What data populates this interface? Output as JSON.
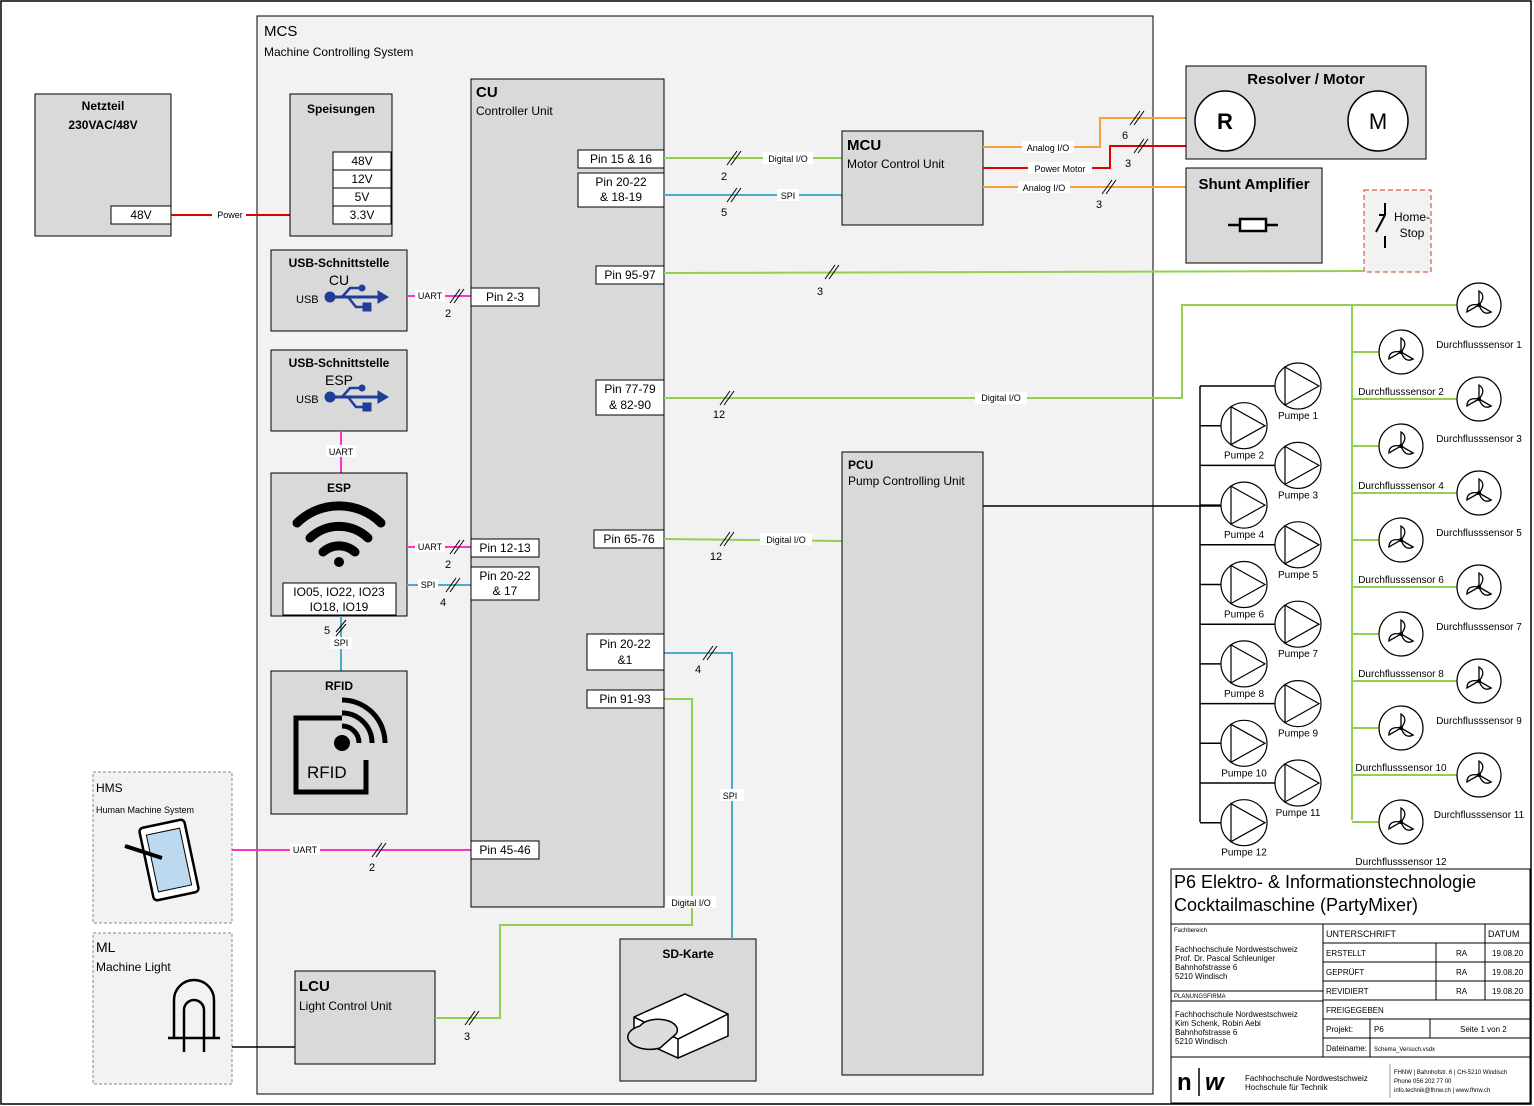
{
  "mcs": {
    "title": "MCS",
    "subtitle": "Machine Controlling System"
  },
  "netzteil": {
    "title_line1": "Netzteil",
    "title_line2": "230VAC/48V",
    "out": "48V",
    "power_label": "Power"
  },
  "speisungen": {
    "title": "Speisungen",
    "rails": [
      "48V",
      "12V",
      "5V",
      "3.3V"
    ]
  },
  "usb_cu": {
    "title": "USB-Schnittstelle",
    "sub": "CU",
    "usb": "USB",
    "link": "UART",
    "count": "2"
  },
  "usb_esp": {
    "title": "USB-Schnittstelle",
    "sub": "ESP",
    "usb": "USB",
    "link": "UART"
  },
  "esp": {
    "title": "ESP",
    "pins_line1": "IO05, IO22, IO23",
    "pins_line2": "IO18, IO19",
    "uart": "UART",
    "uart_count": "2",
    "spi": "SPI",
    "spi_count": "4",
    "rfid_count": "5",
    "rfid_spi": "SPI"
  },
  "rfid": {
    "title": "RFID",
    "logo_text": "RFID"
  },
  "hms": {
    "title": "HMS",
    "subtitle": "Human Machine System",
    "link": "UART",
    "count": "2"
  },
  "ml": {
    "title": "ML",
    "subtitle": "Machine Light"
  },
  "lcu": {
    "title": "LCU",
    "subtitle": "Light Control Unit",
    "count": "3",
    "link": "Digital I/O"
  },
  "sd": {
    "title": "SD-Karte",
    "link": "SPI",
    "count": "4"
  },
  "cu": {
    "title": "CU",
    "subtitle": "Controller Unit",
    "pins": {
      "p1516": "Pin 15 & 16",
      "p2022a_l1": "Pin 20-22",
      "p2022a_l2": "& 18-19",
      "p9597": "Pin 95-97",
      "p7779_l1": "Pin 77-79",
      "p7779_l2": "& 82-90",
      "p6576": "Pin 65-76",
      "p2022b_l1": "Pin 20-22",
      "p2022b_l2": "&1",
      "p9193": "Pin 91-93",
      "p23": "Pin 2-3",
      "p1213": "Pin 12-13",
      "p2022c_l1": "Pin 20-22",
      "p2022c_l2": "& 17",
      "p4546": "Pin 45-46"
    }
  },
  "links": {
    "mcu_dig": "Digital I/O",
    "mcu_dig_n": "2",
    "mcu_spi": "SPI",
    "mcu_spi_n": "5",
    "home_n": "3",
    "sens_dig": "Digital I/O",
    "sens_n": "12",
    "pcu_dig": "Digital I/O",
    "pcu_n": "12"
  },
  "mcu": {
    "title": "MCU",
    "subtitle": "Motor Control Unit",
    "analog1": "Analog I/O",
    "analog1_n": "6",
    "power": "Power Motor",
    "power_n": "3",
    "analog2": "Analog I/O",
    "analog2_n": "3"
  },
  "pcu": {
    "title": "PCU",
    "subtitle": "Pump Controlling Unit"
  },
  "resolver": {
    "title": "Resolver / Motor",
    "r": "R",
    "m": "M"
  },
  "shunt": {
    "title": "Shunt Amplifier"
  },
  "homestop": {
    "line1": "Home-",
    "line2": "Stop"
  },
  "pumps": [
    "Pumpe 1",
    "Pumpe 2",
    "Pumpe 3",
    "Pumpe 4",
    "Pumpe 5",
    "Pumpe 6",
    "Pumpe 7",
    "Pumpe 8",
    "Pumpe 9",
    "Pumpe 10",
    "Pumpe 11",
    "Pumpe 12"
  ],
  "sensors": [
    "Durchflusssensor 1",
    "Durchflusssensor 2",
    "Durchflusssensor 3",
    "Durchflusssensor 4",
    "Durchflusssensor 5",
    "Durchflusssensor 6",
    "Durchflusssensor 7",
    "Durchflusssensor 8",
    "Durchflusssensor 9",
    "Durchflusssensor 10",
    "Durchflusssensor 11",
    "Durchflusssensor 12"
  ],
  "titleblock": {
    "title1": "P6 Elektro- & Informationstechnologie",
    "title2": "Cocktailmaschine (PartyMixer)",
    "fachbereich": "Fachbereich",
    "fb_l1": "Fachhochschule Nordwestschweiz",
    "fb_l2": "Prof. Dr. Pascal Schleuniger",
    "fb_l3": "Bahnhofstrasse 6",
    "fb_l4": "5210 Windisch",
    "planung": "PLANUNGSFIRMA",
    "pl_l1": "Fachhochschule Nordwestschweiz",
    "pl_l2": "Kim Schenk, Robin Aebi",
    "pl_l3": "Bahnhofstrasse 6",
    "pl_l4": "5210 Windisch",
    "unterschrift": "UNTERSCHRIFT",
    "datum": "DATUM",
    "erstellt": "ERSTELLT",
    "erstellt_by": "RA",
    "erstellt_date": "19.08.20",
    "geprueft": "GEPRÜFT",
    "geprueft_by": "RA",
    "geprueft_date": "19.08.20",
    "revidiert": "REVIDIERT",
    "revidiert_by": "RA",
    "revidiert_date": "19.08.20",
    "freigegeben": "FREIGEGEBEN",
    "projekt_lbl": "Projekt:",
    "projekt": "P6",
    "seite": "Seite 1 von 2",
    "datei_lbl": "Dateiname:",
    "datei": "Schema_Versuch.vsdx",
    "logo_n": "n",
    "logo_w": "w",
    "fhnw1": "Fachhochschule Nordwestschweiz",
    "fhnw2": "Hochschule für Technik",
    "addr1": "FHNW | Bahnhofstr. 6 | CH-5210 Windisch",
    "addr2": "Phone 056 202 77 00",
    "addr3": "info.technik@fhnw.ch | www.fhnw.ch"
  }
}
